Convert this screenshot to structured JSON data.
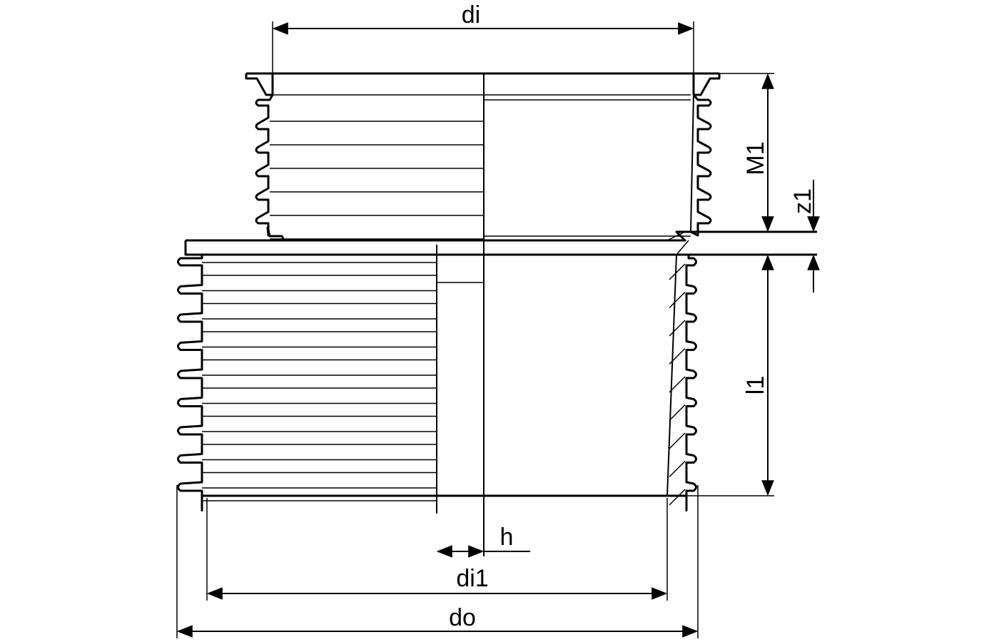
{
  "drawing": {
    "labels": {
      "di": "di",
      "M1": "M1",
      "z1": "z1",
      "l1": "l1",
      "h": "h",
      "di1": "di1",
      "do": "do"
    },
    "upper_socket": {
      "ribs": 6
    },
    "lower_socket": {
      "ribs": 9
    },
    "line_color": "#000000",
    "background_color": "#ffffff"
  }
}
